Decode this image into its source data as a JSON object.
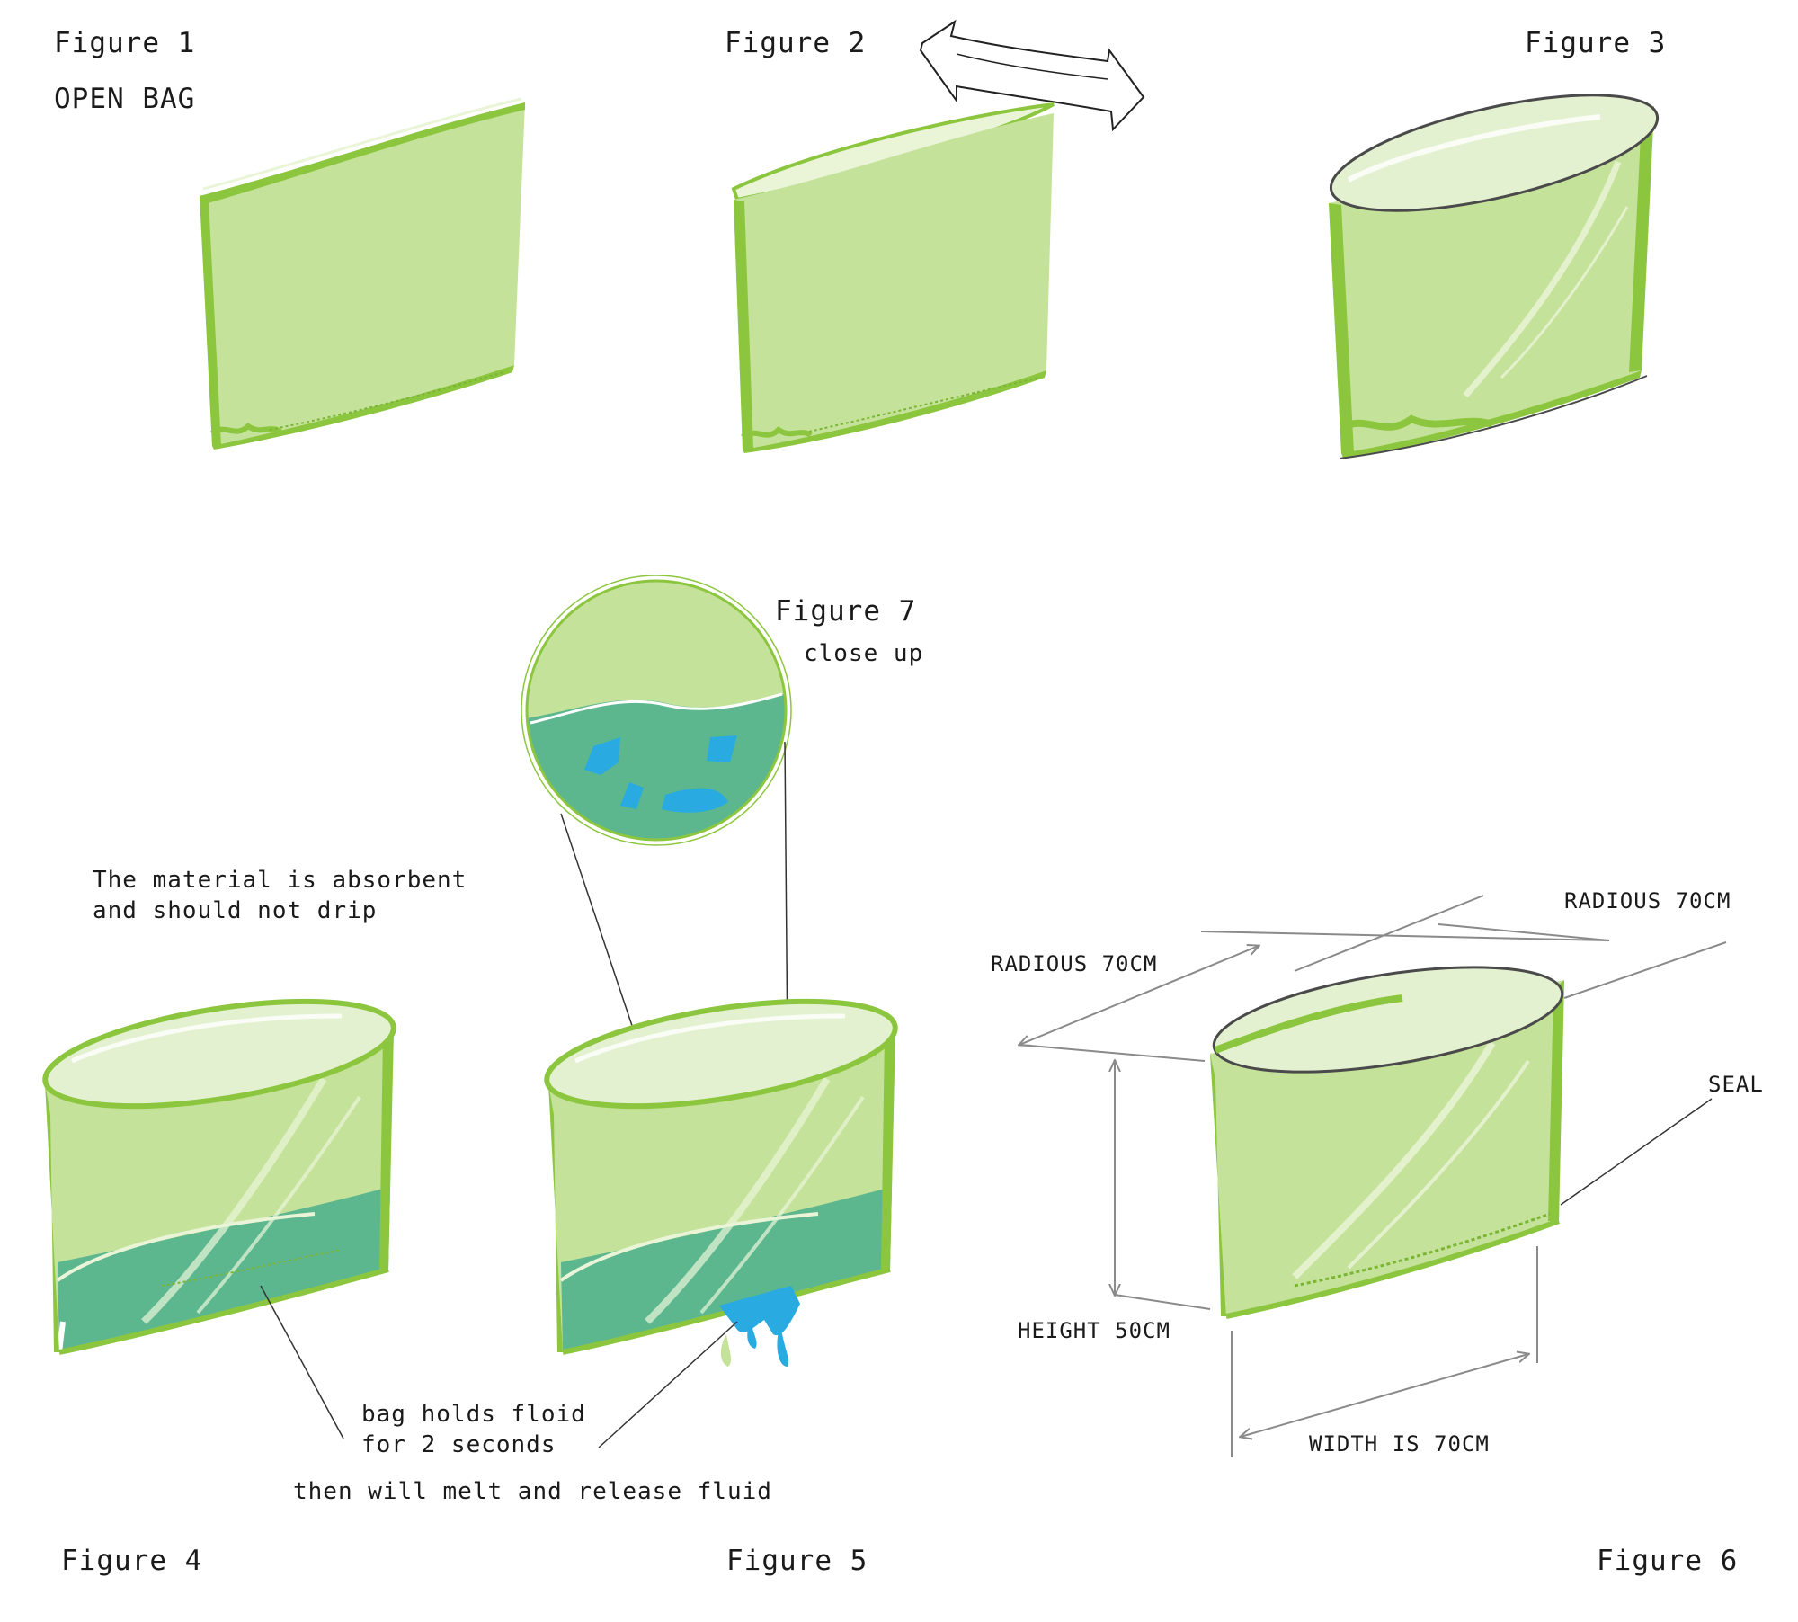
{
  "colors": {
    "bag_light": "#c5e29a",
    "bag_edge": "#8cc63f",
    "bag_highlight": "#eaf5d8",
    "fluid_teal": "#5cb78f",
    "drop_blue": "#29aae1",
    "line_dark": "#333333",
    "arrow_gray": "#8a8a8a"
  },
  "figures": {
    "fig1": {
      "title": "Figure 1",
      "subtitle": "OPEN BAG"
    },
    "fig2": {
      "title": "Figure 2"
    },
    "fig3": {
      "title": "Figure 3"
    },
    "fig4": {
      "title": "Figure 4"
    },
    "fig5": {
      "title": "Figure 5"
    },
    "fig6": {
      "title": "Figure 6"
    },
    "fig7": {
      "title": "Figure 7",
      "subtitle": "close up"
    }
  },
  "notes": {
    "absorbent_line1": "The material is absorbent",
    "absorbent_line2": "and should not drip",
    "holds_line1": "bag holds floid",
    "holds_line2": "for 2 seconds",
    "melt": "then will melt and release fluid"
  },
  "dimensions": {
    "radius_top": "RADIOUS 70CM",
    "radius_left": "RADIOUS 70CM",
    "seal": "SEAL",
    "height": "HEIGHT 50CM",
    "width": "WIDTH IS 70CM"
  },
  "icons": {
    "double_arrow": "double-headed-curved-arrow-icon"
  }
}
